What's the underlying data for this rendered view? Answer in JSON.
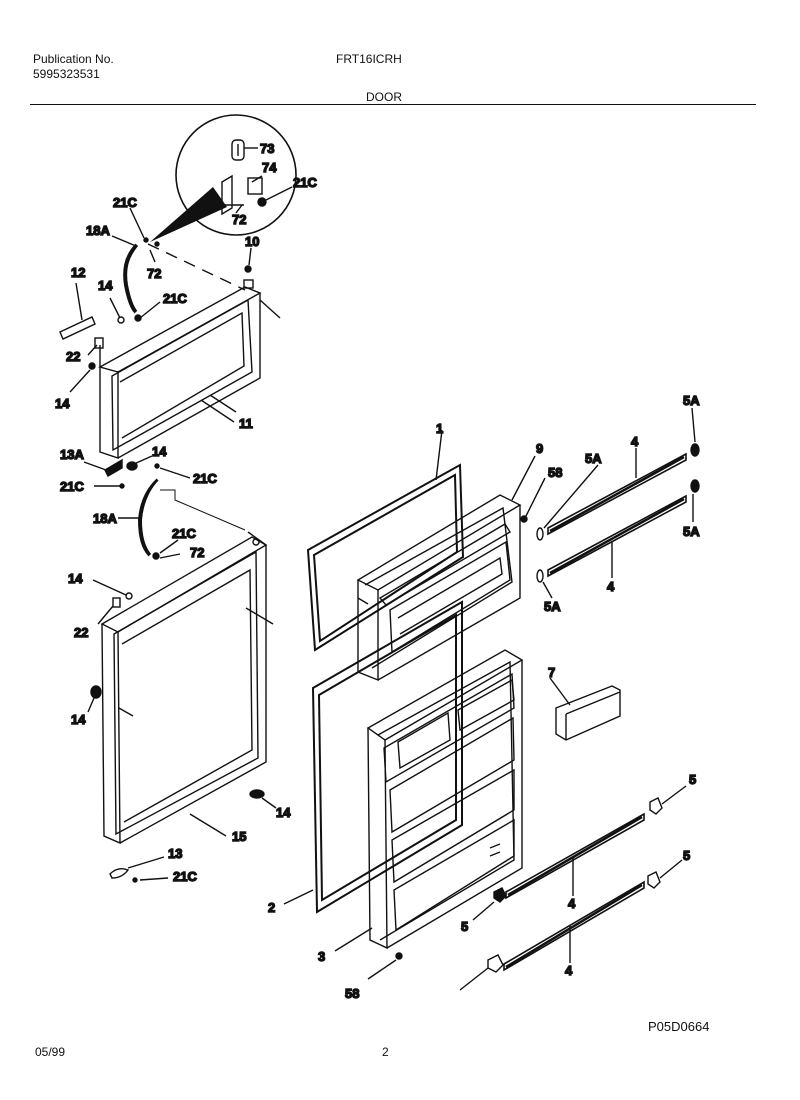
{
  "header": {
    "publication_label": "Publication No.",
    "publication_number": "5995323531",
    "model": "FRT16ICRH",
    "section": "DOOR"
  },
  "footer": {
    "date": "05/99",
    "page": "2",
    "diagram_code": "P05D0664"
  },
  "callouts": {
    "c73": "73",
    "c74": "74",
    "c21c_inset": "21C",
    "c72_inset": "72",
    "c21c_a": "21C",
    "c18a_a": "18A",
    "c72_a": "72",
    "c10": "10",
    "c12": "12",
    "c14_a": "14",
    "c21c_b": "21C",
    "c22_a": "22",
    "c14_b": "14",
    "c11": "11",
    "c13a": "13A",
    "c14_c": "14",
    "c21c_c": "21C",
    "c21c_d": "21C",
    "c18a_b": "18A",
    "c21c_e": "21C",
    "c72_b": "72",
    "c14_d": "14",
    "c22_b": "22",
    "c14_e": "14",
    "c14_f": "14",
    "c15": "15",
    "c13": "13",
    "c21c_f": "21C",
    "c1": "1",
    "c9": "9",
    "c58_a": "58",
    "c5a_a": "5A",
    "c4_a": "4",
    "c5a_b": "5A",
    "c5a_c": "5A",
    "c5a_d": "5A",
    "c4_b": "4",
    "c7": "7",
    "c2": "2",
    "c3": "3",
    "c58_b": "58",
    "c5_a": "5",
    "c5_b": "5",
    "c5_c": "5",
    "c4_c": "4",
    "c4_d": "4"
  }
}
